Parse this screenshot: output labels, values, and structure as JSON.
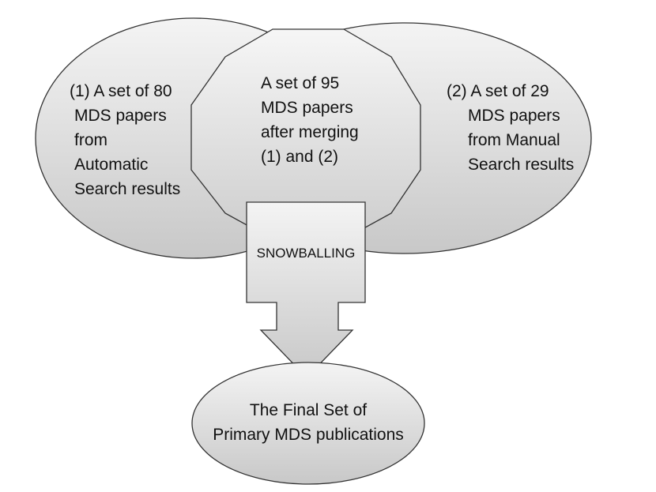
{
  "diagram": {
    "left_set": {
      "lines": [
        "(1) A set of 80",
        "MDS papers",
        "from",
        "Automatic",
        "Search results"
      ]
    },
    "right_set": {
      "lines": [
        "(2) A set of 29",
        "MDS papers",
        "from Manual",
        "Search results"
      ]
    },
    "merged_set": {
      "lines": [
        "A set of 95",
        "MDS papers",
        "after merging",
        "(1) and (2)"
      ]
    },
    "process": {
      "label": "SNOWBALLING"
    },
    "final_set": {
      "lines": [
        "The Final Set of",
        "Primary MDS publications"
      ]
    }
  },
  "colors": {
    "shape_fill_light": "#f3f3f3",
    "shape_fill_dark": "#c9c9c9",
    "stroke": "#333333",
    "text": "#111111"
  }
}
